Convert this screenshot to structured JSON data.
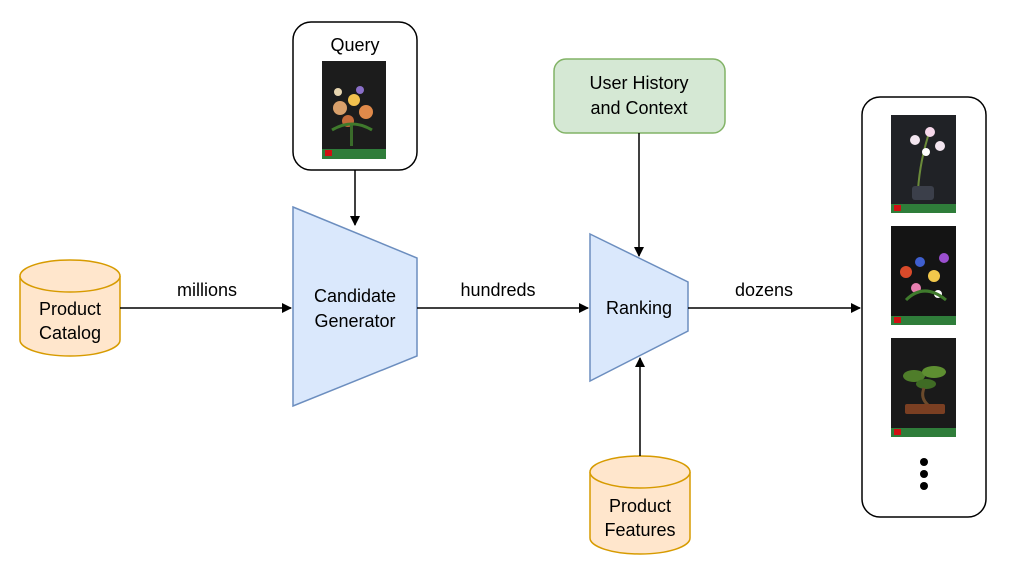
{
  "nodes": {
    "query": {
      "title": "Query",
      "image": "bouquet-product-box"
    },
    "user_history": {
      "line1": "User History",
      "line2": "and Context"
    },
    "product_catalog": {
      "line1": "Product",
      "line2": "Catalog"
    },
    "candidate_generator": {
      "line1": "Candidate",
      "line2": "Generator"
    },
    "ranking": {
      "label": "Ranking"
    },
    "product_features": {
      "line1": "Product",
      "line2": "Features"
    },
    "results": {
      "items": [
        "orchid-product-box",
        "wildflower-bouquet-product-box",
        "bonsai-tree-product-box"
      ],
      "more": "ellipsis-vertical"
    }
  },
  "edges": {
    "catalog_to_generator": "millions",
    "generator_to_ranking": "hundreds",
    "ranking_to_results": "dozens"
  },
  "colors": {
    "trapezoid_fill": "#dae8fc",
    "trapezoid_stroke": "#6c8ebf",
    "cylinder_fill": "#ffe6cc",
    "cylinder_stroke": "#d79b00",
    "context_fill": "#d5e8d4",
    "context_stroke": "#82b366"
  }
}
